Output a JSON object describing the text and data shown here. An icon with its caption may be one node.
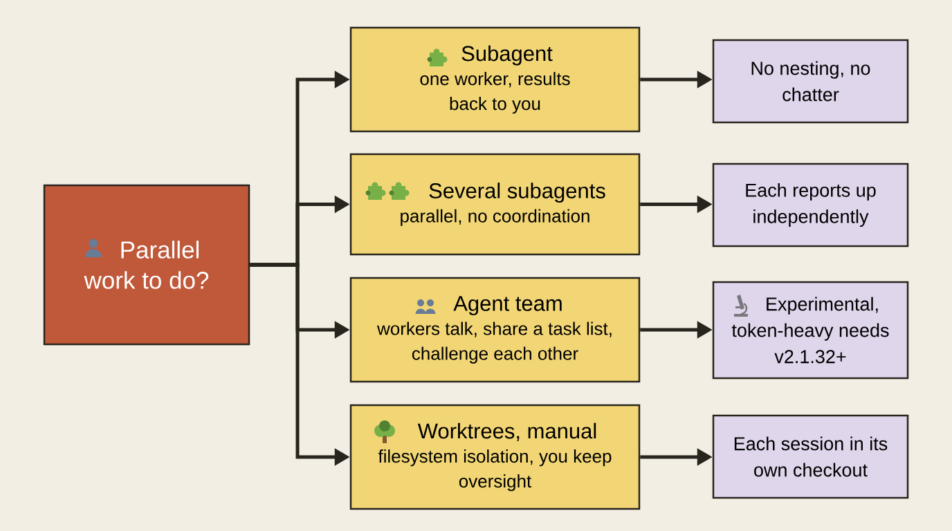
{
  "diagram": {
    "nodes": [
      {
        "text": [
          "Parallel work to do?"
        ]
      },
      {
        "text": [
          "Subagent",
          "one worker, results back to you"
        ]
      },
      {
        "text": [
          "Several subagents",
          "parallel, no coordination"
        ]
      },
      {
        "text": [
          "Agent team",
          "workers talk, share a task list, challenge each other"
        ]
      },
      {
        "text": [
          "Worktrees, manual",
          "filesystem isolation, you keep oversight"
        ]
      },
      {
        "text": [
          "No nesting, no chatter"
        ]
      },
      {
        "text": [
          "Each reports up independently"
        ]
      },
      {
        "text": [
          "Experimental, token-heavy needs v2.1.32+"
        ]
      },
      {
        "text": [
          "Each session in its own checkout"
        ]
      }
    ],
    "edges": [
      {
        "from": 0,
        "to": 1,
        "arrow": "to"
      },
      {
        "from": 0,
        "to": 2,
        "arrow": "to"
      },
      {
        "from": 0,
        "to": 3,
        "arrow": "to"
      },
      {
        "from": 0,
        "to": 4,
        "arrow": "to"
      },
      {
        "from": 1,
        "to": 5,
        "arrow": "to"
      },
      {
        "from": 2,
        "to": 6,
        "arrow": "to"
      },
      {
        "from": 3,
        "to": 7,
        "arrow": "to"
      },
      {
        "from": 4,
        "to": 8,
        "arrow": "to"
      }
    ]
  }
}
